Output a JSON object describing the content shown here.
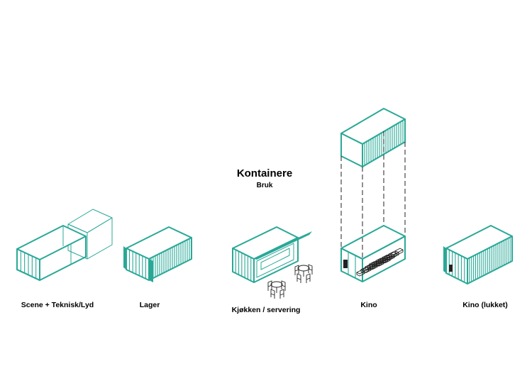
{
  "diagram": {
    "title": "Kontainere",
    "subtitle": "Bruk",
    "accent_color": "#2aa897",
    "labels": {
      "scene": "Scene + Teknisk/Lyd",
      "lager": "Lager",
      "kjokken": "Kjøkken / servering",
      "kino": "Kino",
      "kino_lukket": "Kino (lukket)"
    }
  }
}
